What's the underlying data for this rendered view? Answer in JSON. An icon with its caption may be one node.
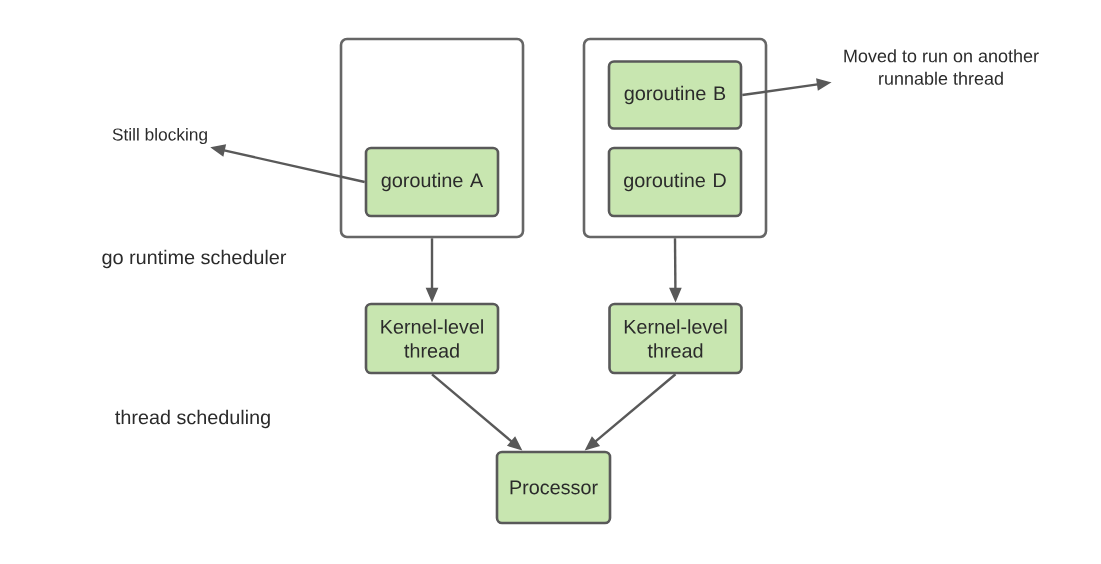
{
  "diagram": {
    "nodes": [
      {
        "text": [],
        "shape": "box"
      },
      {
        "text": [
          "goroutine A"
        ],
        "in": 0
      },
      {
        "text": [],
        "shape": "box"
      },
      {
        "text": [
          "goroutine B"
        ],
        "in": 2
      },
      {
        "text": [
          "goroutine D"
        ],
        "in": 2
      },
      {
        "text": [
          "Kernel-level thread"
        ]
      },
      {
        "text": [
          "Kernel-level thread"
        ]
      },
      {
        "text": [
          "Processor"
        ]
      },
      {
        "text": [
          "Still blocking"
        ]
      },
      {
        "text": [
          "Moved to run on another runnable thread"
        ]
      }
    ],
    "edges": [
      {
        "from": 1,
        "to": 8,
        "arrow": "to"
      },
      {
        "from": 3,
        "to": 9,
        "arrow": "to"
      },
      {
        "from": 0,
        "to": 5,
        "arrow": "to"
      },
      {
        "from": 2,
        "to": 6,
        "arrow": "to"
      },
      {
        "from": 5,
        "to": 7,
        "arrow": "to"
      },
      {
        "from": 6,
        "to": 7,
        "arrow": "to"
      }
    ],
    "labels": [
      "go runtime scheduler",
      "thread scheduling"
    ]
  }
}
